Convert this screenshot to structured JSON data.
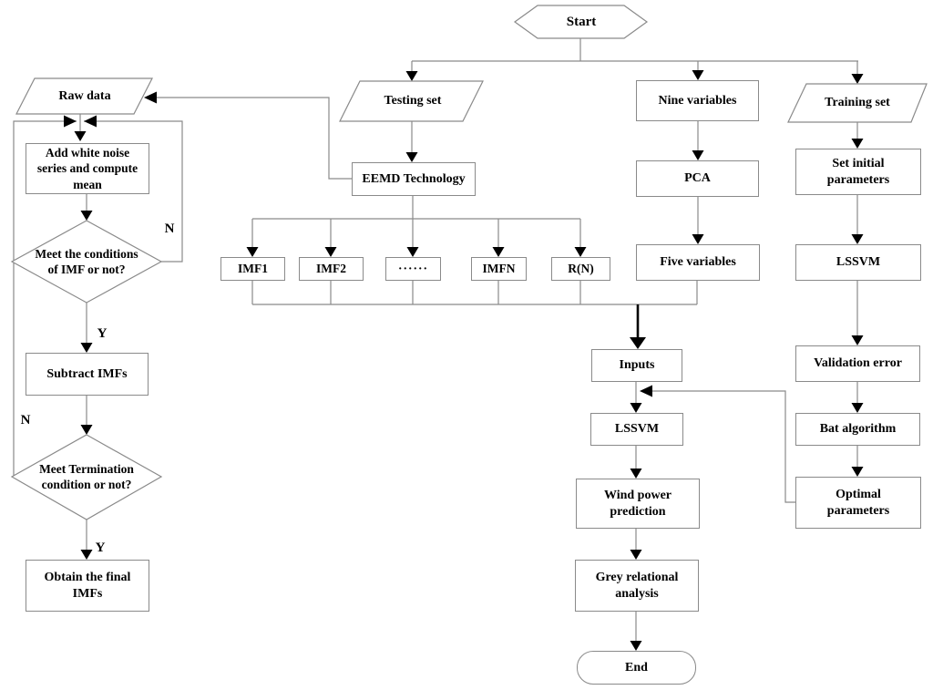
{
  "figure": {
    "type": "flowchart",
    "topic": "wind power prediction process"
  },
  "colors": {
    "line": "#8a8a8a",
    "arrow": "#000000",
    "text": "#000000",
    "background": "#ffffff"
  },
  "nodes": {
    "start": {
      "label": "Start",
      "shape": "hexagon"
    },
    "testing_set": {
      "label": "Testing set",
      "shape": "parallelogram"
    },
    "nine_variables": {
      "label": "Nine variables",
      "shape": "rect"
    },
    "training_set": {
      "label": "Training set",
      "shape": "parallelogram"
    },
    "raw_data": {
      "label": "Raw data",
      "shape": "parallelogram"
    },
    "eemd": {
      "label": "EEMD Technology",
      "shape": "rect"
    },
    "imf1": {
      "label": "IMF1",
      "shape": "rect"
    },
    "imf2": {
      "label": "IMF2",
      "shape": "rect"
    },
    "imf_ellipsis": {
      "label": "······",
      "shape": "rect"
    },
    "imfn": {
      "label": "IMFN",
      "shape": "rect"
    },
    "rn": {
      "label": "R(N)",
      "shape": "rect"
    },
    "pca": {
      "label": "PCA",
      "shape": "rect"
    },
    "five_variables": {
      "label": "Five variables",
      "shape": "rect"
    },
    "set_initial_parameters": {
      "label": "Set initial parameters",
      "shape": "rect"
    },
    "lssvm_training": {
      "label": "LSSVM",
      "shape": "rect"
    },
    "validation_error": {
      "label": "Validation error",
      "shape": "rect"
    },
    "bat_algorithm": {
      "label": "Bat algorithm",
      "shape": "rect"
    },
    "optimal_parameters": {
      "label": "Optimal parameters",
      "shape": "rect"
    },
    "inputs": {
      "label": "Inputs",
      "shape": "rect"
    },
    "lssvm_prediction": {
      "label": "LSSVM",
      "shape": "rect"
    },
    "wind_power_prediction": {
      "label": "Wind power prediction",
      "shape": "rect"
    },
    "grey_relational_analysis": {
      "label": "Grey relational analysis",
      "shape": "rect"
    },
    "end": {
      "label": "End",
      "shape": "stadium"
    },
    "add_white_noise": {
      "label": "Add white noise series and compute mean",
      "shape": "rect"
    },
    "meet_imf_conditions": {
      "label": "Meet the conditions of IMF or not?",
      "shape": "diamond"
    },
    "subtract_imfs": {
      "label": "Subtract IMFs",
      "shape": "rect"
    },
    "meet_termination": {
      "label": "Meet Termination condition or not?",
      "shape": "diamond"
    },
    "obtain_final_imfs": {
      "label": "Obtain the final IMFs",
      "shape": "rect"
    }
  },
  "branch_labels": {
    "imf_conditions_no": "N",
    "imf_conditions_yes": "Y",
    "termination_no": "N",
    "termination_yes": "Y"
  }
}
